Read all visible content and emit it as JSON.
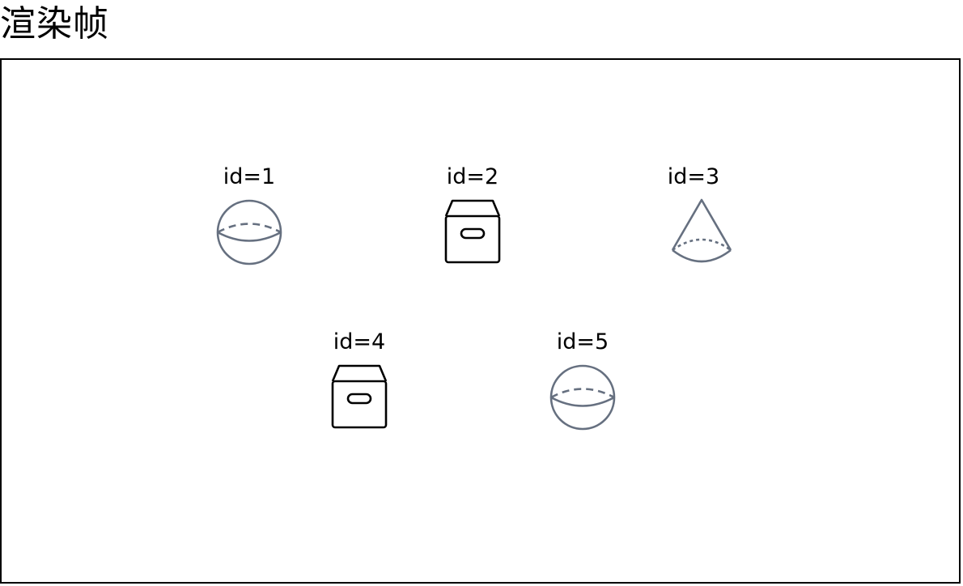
{
  "title": "渲染帧",
  "objects": [
    {
      "label": "id=1",
      "shape": "sphere-icon"
    },
    {
      "label": "id=2",
      "shape": "box-icon"
    },
    {
      "label": "id=3",
      "shape": "cone-icon"
    },
    {
      "label": "id=4",
      "shape": "box-icon"
    },
    {
      "label": "id=5",
      "shape": "sphere-icon"
    }
  ],
  "colors": {
    "shape_stroke": "#667080",
    "box_stroke": "#000000",
    "frame_border": "#000000"
  }
}
